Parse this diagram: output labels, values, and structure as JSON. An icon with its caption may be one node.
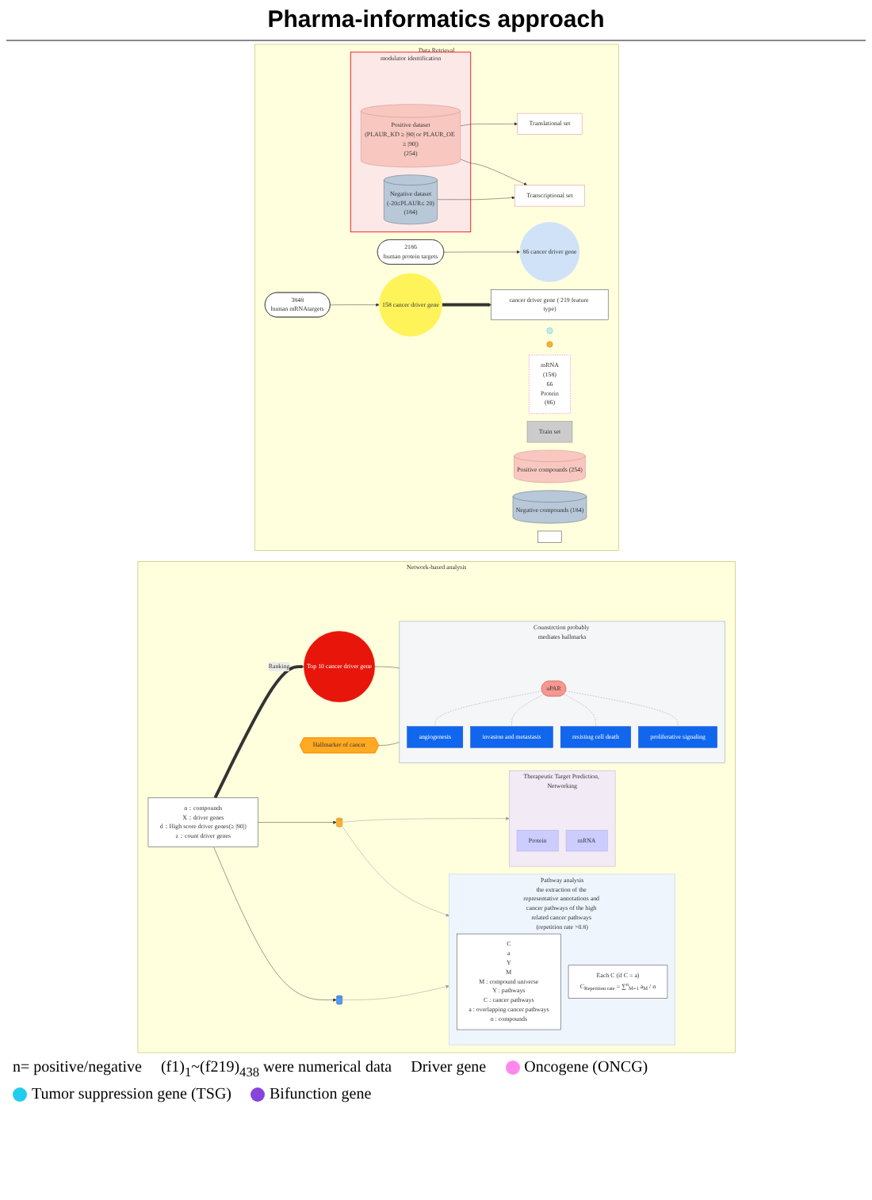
{
  "diagram": {
    "title": "Pharma-informatics approach",
    "nodes": [
      {
        "text": [
          "Data Retrieval"
        ]
      },
      {
        "text": [
          "modulator identification"
        ],
        "in": 0
      },
      {
        "text": [
          "Positive dataset",
          "(PLAUR_KD ≥ |90| or PLAUR_OE ≥ |90|)",
          "(254)"
        ],
        "in": 1
      },
      {
        "text": [
          "Negative dataset",
          "(-20≤PLAUR≤ 20)",
          "(184)"
        ],
        "in": 1
      },
      {
        "text": [
          "Translational set"
        ],
        "in": 0
      },
      {
        "text": [
          "Transcriptional set"
        ],
        "in": 0
      },
      {
        "text": [],
        "shape": "circle",
        "in": 0
      },
      {
        "text": [],
        "shape": "circle",
        "in": 0
      },
      {
        "text": [
          "2186",
          "human protein targets"
        ],
        "in": 0
      },
      {
        "text": [
          "3848",
          "human mRNAtargets"
        ],
        "in": 0
      },
      {
        "text": [
          "86 cancer driver gene"
        ],
        "in": 0
      },
      {
        "text": [
          "158 cancer driver gene"
        ],
        "in": 0
      },
      {
        "text": [
          "mRNA",
          "(158)",
          "66",
          "Protein",
          "(86)"
        ],
        "in": 0
      },
      {
        "text": [
          "Train set"
        ],
        "in": 0
      },
      {
        "text": [
          "cancer driver gene ( 219 feature type)"
        ],
        "in": 0
      },
      {
        "text": [
          "Positive compounds (254)"
        ],
        "in": 0
      },
      {
        "text": [
          "Negative compounds (184)"
        ],
        "in": 0
      },
      {
        "text": [],
        "shape": "box",
        "in": 0,
        "beside": [
          "n= positive/negative",
          "(f1)$_{1}$~(f219)$_{438}$ were numerical data"
        ]
      },
      {
        "text": [
          "Network-based analysis"
        ]
      },
      {
        "text": [
          "n：compounds",
          "X：driver genes",
          "d：High score driver genes(≥ |90|)",
          "z：count driver genes"
        ],
        "in": 18
      },
      {
        "text": [],
        "shape": "cylinder",
        "in": 18
      },
      {
        "text": [],
        "shape": "cylinder",
        "in": 18
      },
      {
        "text": [
          "Therapeutic Target Prediction, Networking"
        ],
        "in": 18
      },
      {
        "text": [
          "Protein"
        ],
        "in": 22
      },
      {
        "text": [
          "mRNA"
        ],
        "in": 22
      },
      {
        "text": [
          "Pathway analysis",
          "the extraction of the representative annotations and cancer pathways of the high related cancer pathways (repetition rate >0.8)"
        ],
        "in": 18
      },
      {
        "text": [
          "C",
          "a",
          "Y",
          "M",
          "M : compound universe",
          "Y : pathways",
          "C : cancer pathways",
          "a : overlapping cancer pathways",
          "n : compounds"
        ],
        "in": 25
      },
      {
        "text": [
          "Each C (if C = a)",
          "C$_{Repetition rate}$ = ∑$^{n}$$_{M=1}$ a$_{M}$ / n"
        ],
        "in": 25
      },
      {
        "text": [
          "Top 10 cancer driver gene"
        ],
        "in": 18
      },
      {
        "text": [
          "Hallmarker of cancer"
        ],
        "in": 18
      },
      {
        "text": [
          "Counstrction probably mediates hallmarks"
        ],
        "in": 18
      },
      {
        "text": [
          "uPAR"
        ],
        "in": 30
      },
      {
        "text": [
          "angiogenesis"
        ],
        "in": 30
      },
      {
        "text": [
          "invasion and metastasis"
        ],
        "in": 30
      },
      {
        "text": [
          "resisting cell death"
        ],
        "in": 30
      },
      {
        "text": [
          "proliferative signaling"
        ],
        "in": 30
      }
    ],
    "edges": [
      {
        "from": 2,
        "to": 4,
        "arrow": "to"
      },
      {
        "from": 2,
        "to": 5,
        "arrow": "to"
      },
      {
        "from": 3,
        "to": 5,
        "arrow": "to"
      },
      {
        "from": 8,
        "to": 10,
        "arrow": "to"
      },
      {
        "from": 9,
        "to": 11,
        "arrow": "to"
      },
      {
        "from": 11,
        "to": 14,
        "arrow": "to",
        "style": "thick"
      },
      {
        "from": 19,
        "to": 20,
        "arrow": "to"
      },
      {
        "from": 19,
        "to": 21,
        "arrow": "to"
      },
      {
        "from": 20,
        "to": 22,
        "arrow": "to",
        "color": "#999999"
      },
      {
        "from": 20,
        "to": 25,
        "arrow": "to",
        "color": "#999999"
      },
      {
        "from": 21,
        "to": 25,
        "arrow": "to",
        "color": "#999999"
      },
      {
        "from": 19,
        "to": 28,
        "label": "Ranking",
        "arrow": "to",
        "style": "thick"
      },
      {
        "from": 28,
        "to": 30,
        "arrow": "none"
      },
      {
        "from": 29,
        "to": 30,
        "arrow": "none"
      },
      {
        "from": 31,
        "to": 32,
        "arrow": "none",
        "style": "dashed",
        "color": "#999999"
      },
      {
        "from": 31,
        "to": 33,
        "arrow": "none",
        "style": "dashed",
        "color": "#999999"
      },
      {
        "from": 31,
        "to": 34,
        "arrow": "none",
        "style": "dashed",
        "color": "#999999"
      },
      {
        "from": 31,
        "to": 35,
        "arrow": "none",
        "style": "dashed",
        "color": "#999999"
      }
    ],
    "labels": [
      "Driver gene"
    ],
    "legend": [
      {
        "text": "Oncogene (ONCG)",
        "color": "#ff88ee"
      },
      {
        "text": "Tumor suppression gene (TSG)",
        "color": "#22ccee"
      },
      {
        "text": "Bifunction gene",
        "color": "#8844dd"
      }
    ]
  }
}
